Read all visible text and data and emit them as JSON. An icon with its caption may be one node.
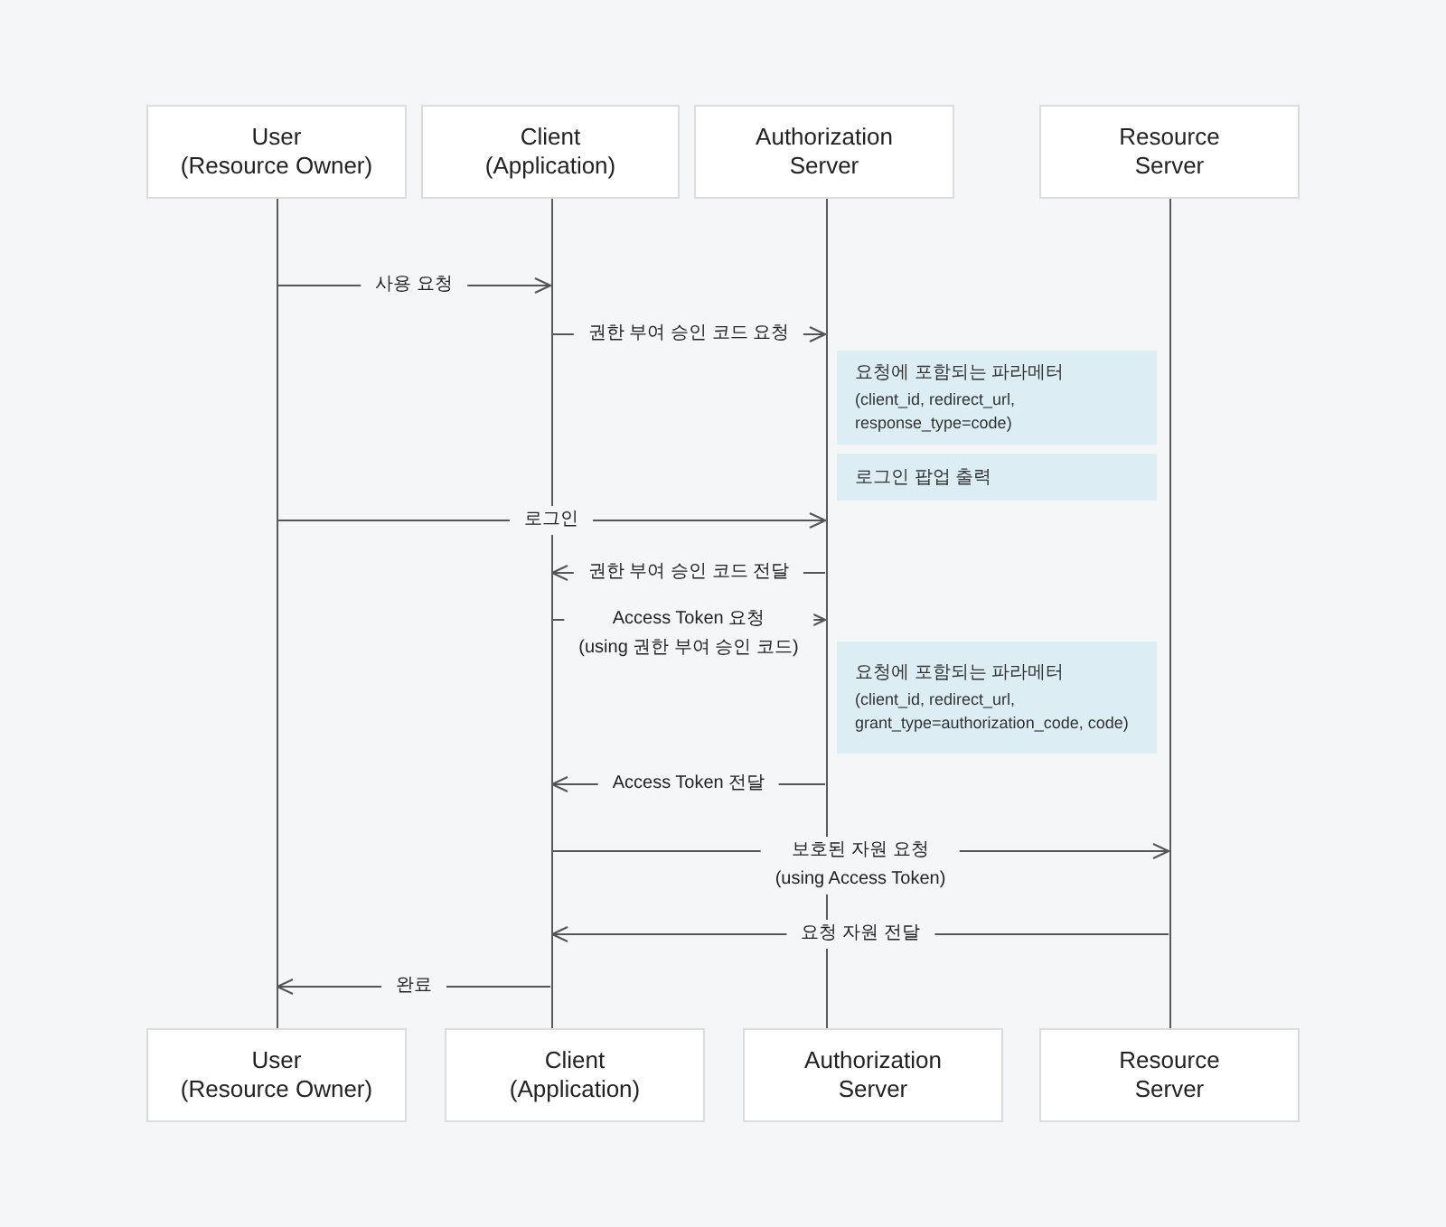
{
  "diagram": {
    "nodes": [
      {
        "text": [
          "User (Resource Owner)"
        ]
      },
      {
        "text": [
          "Client (Application)"
        ]
      },
      {
        "text": [
          "Authorization Server"
        ]
      },
      {
        "text": [
          "Resource Server"
        ]
      },
      {
        "text": [],
        "shape": "bar"
      },
      {
        "text": [],
        "shape": "bar"
      },
      {
        "text": [],
        "shape": "bar"
      },
      {
        "text": [],
        "shape": "bar"
      },
      {
        "text": [
          "User (Resource Owner)"
        ]
      },
      {
        "text": [
          "Client (Application)"
        ]
      },
      {
        "text": [
          "Authorization Server"
        ]
      },
      {
        "text": [
          "Resource Server"
        ]
      },
      {
        "text": [
          "요청에 포함되는 파라메터",
          "(client_id, redirect_url, response_type=code)"
        ]
      },
      {
        "text": [
          "로그인 팝업 출력"
        ]
      },
      {
        "text": [
          "요청에 포함되는 파라메터",
          "(client_id, redirect_url, grant_type=authorization_code, code)"
        ]
      }
    ],
    "edges": [
      {
        "from": 4,
        "to": 5,
        "arrow": "to",
        "label": "사용 요청"
      },
      {
        "from": 5,
        "to": 6,
        "arrow": "to",
        "label": "권한 부여 승인 코드 요청"
      },
      {
        "from": 4,
        "to": 6,
        "arrow": "to",
        "label": "로그인"
      },
      {
        "from": 6,
        "to": 5,
        "arrow": "to",
        "label": "권한 부여 승인 코드 전달"
      },
      {
        "from": 5,
        "to": 6,
        "arrow": "to",
        "label": "Access Token 요청 (using 권한 부여 승인 코드)"
      },
      {
        "from": 6,
        "to": 5,
        "arrow": "to",
        "label": "Access Token 전달"
      },
      {
        "from": 5,
        "to": 7,
        "arrow": "to",
        "label": "보호된 자원 요청 (using Access Token)"
      },
      {
        "from": 7,
        "to": 5,
        "arrow": "to",
        "label": "요청 자원 전달"
      },
      {
        "from": 5,
        "to": 4,
        "arrow": "to",
        "label": "완료"
      }
    ]
  }
}
